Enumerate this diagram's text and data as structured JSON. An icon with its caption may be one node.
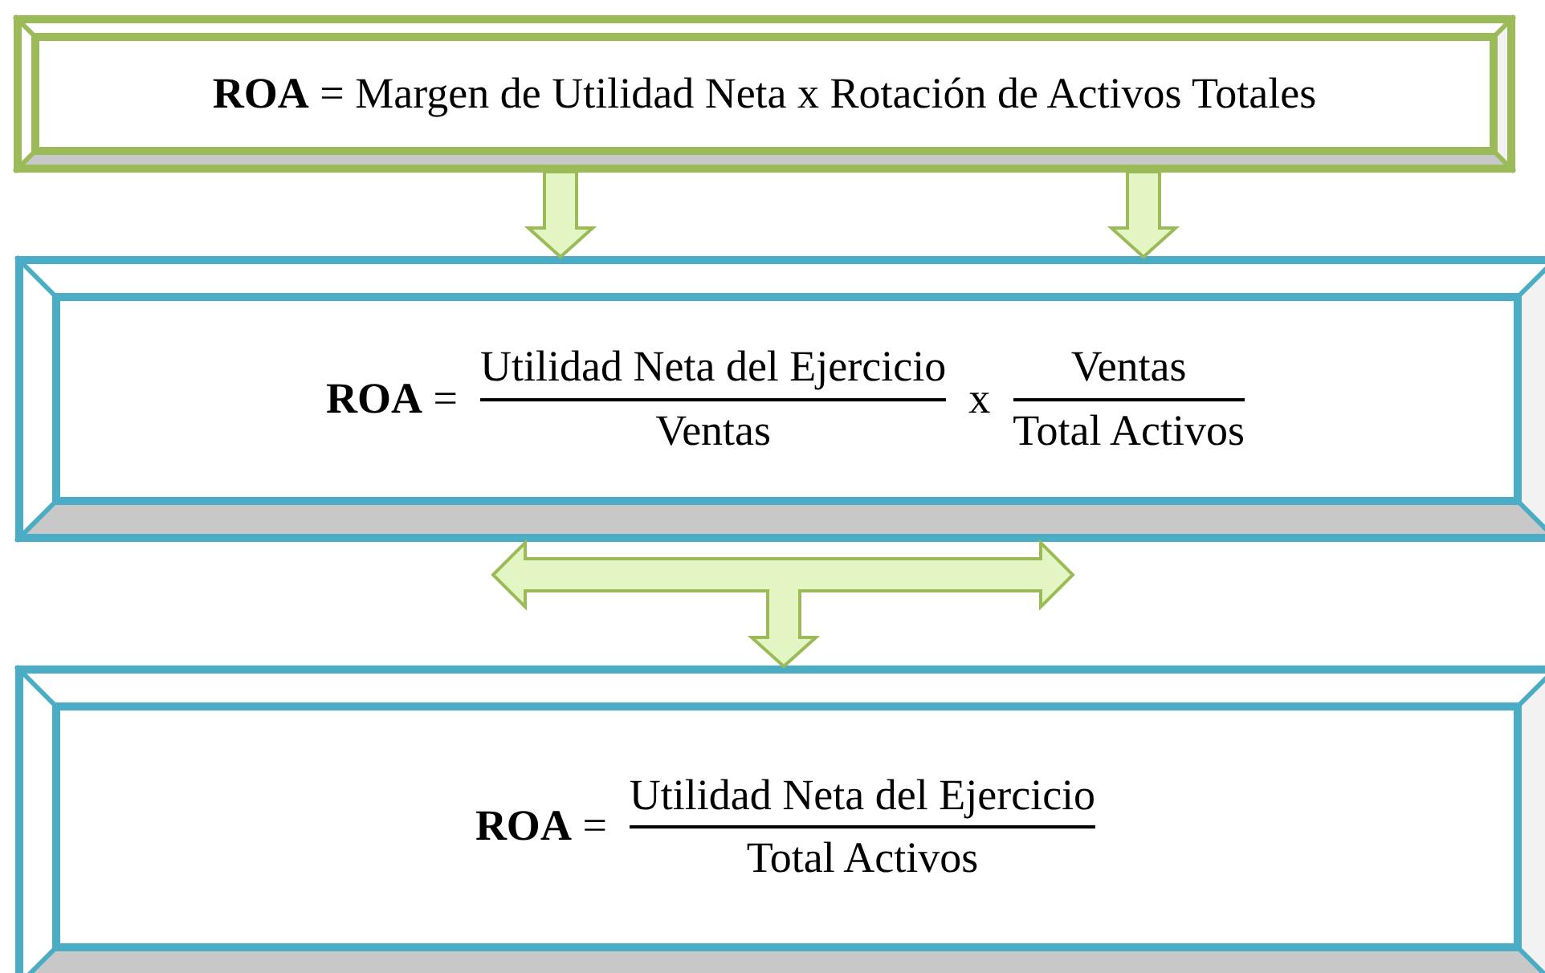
{
  "diagram": {
    "nodes": [
      {
        "text": [
          "**ROA** = Margen de Utilidad Neta x Rotación de Activos Totales"
        ]
      },
      {
        "text": [
          "**ROA** =",
          "Utilidad Neta del Ejercicio",
          "Ventas",
          "x",
          "Ventas",
          "Total Activos"
        ]
      },
      {
        "text": [
          "**ROA** =",
          "Utilidad Neta del Ejercicio",
          "Total Activos"
        ]
      }
    ],
    "edges": [
      {
        "from": 0,
        "to": 1,
        "arrow": "to"
      },
      {
        "from": 0,
        "to": 1,
        "arrow": "to"
      },
      {
        "from": 1,
        "to": 2,
        "arrow": "to"
      }
    ]
  }
}
